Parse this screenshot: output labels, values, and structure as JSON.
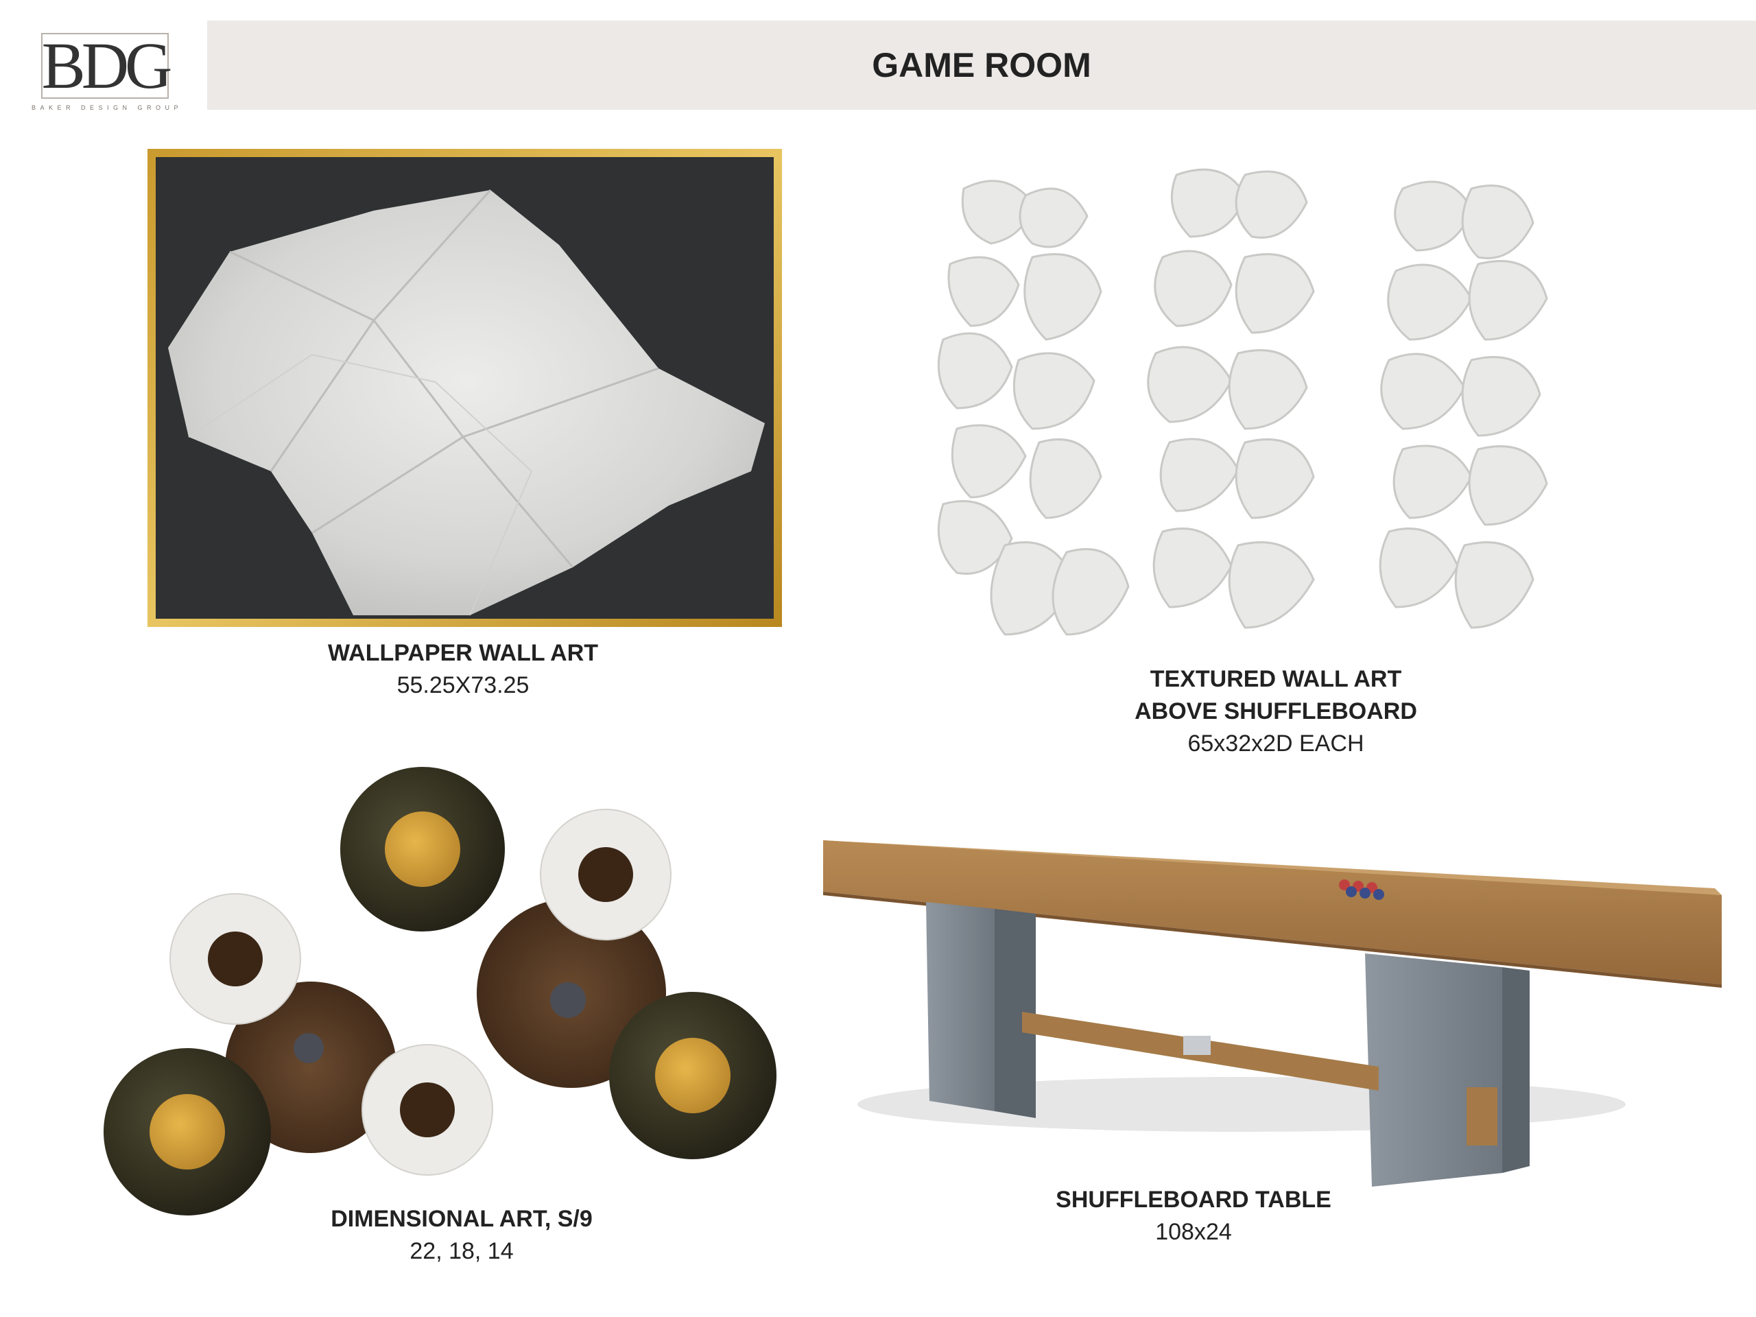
{
  "logo": {
    "mark": "BDG",
    "tagline": "BAKER DESIGN GROUP"
  },
  "header": {
    "title": "GAME ROOM"
  },
  "items": [
    {
      "title": "WALLPAPER WALL ART",
      "size": "55.25X73.25"
    },
    {
      "title_line1": "TEXTURED WALL ART",
      "title_line2": "ABOVE SHUFFLEBOARD",
      "size": "65x32x2D EACH"
    },
    {
      "title": "DIMENSIONAL ART, S/9",
      "size": "22, 18, 14"
    },
    {
      "title": "SHUFFLEBOARD TABLE",
      "size": "108x24"
    }
  ]
}
